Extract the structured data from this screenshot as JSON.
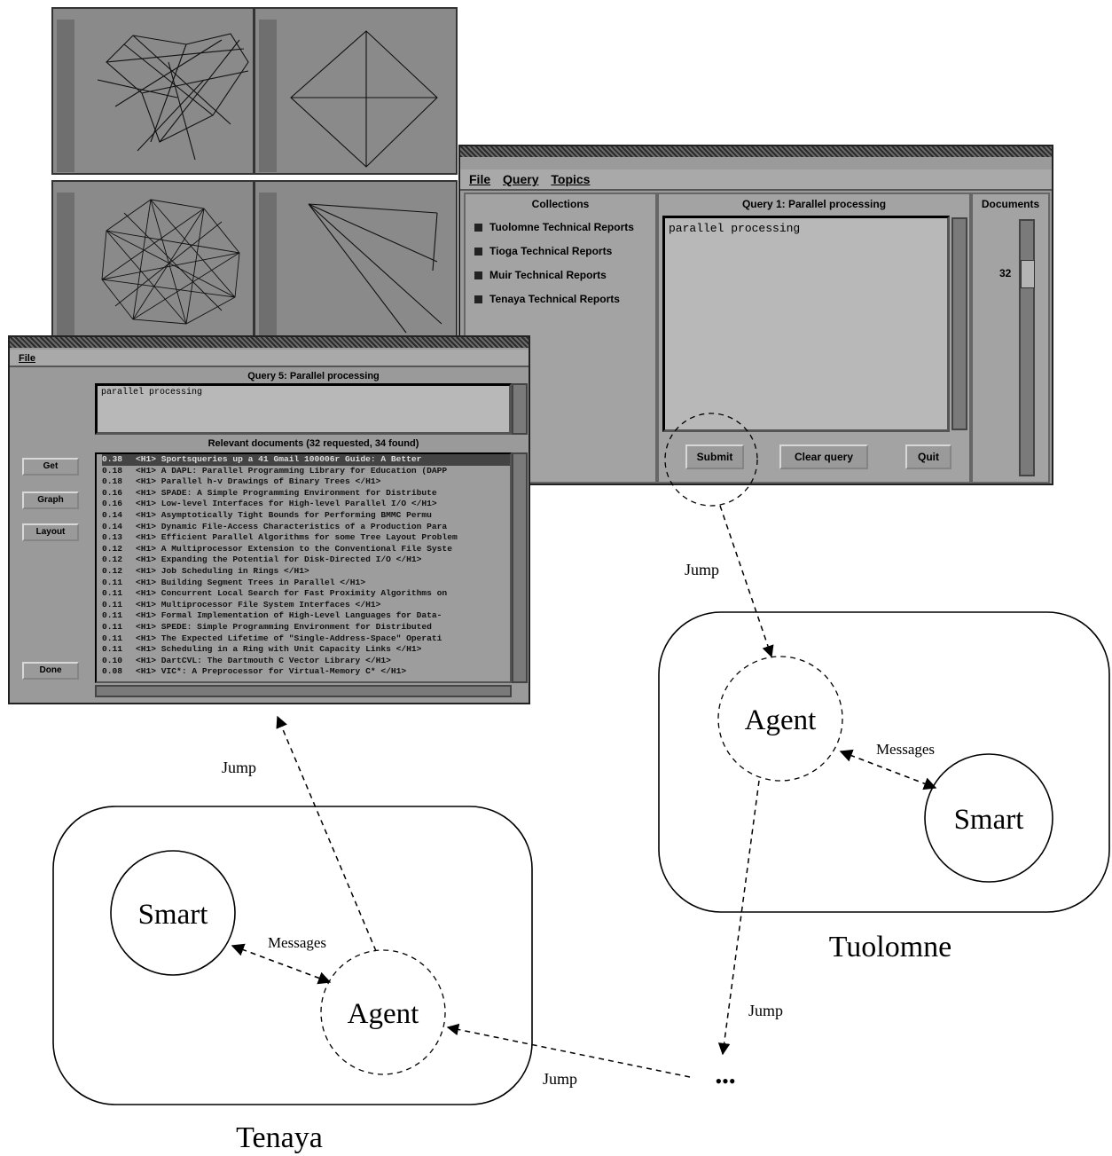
{
  "search_window": {
    "menu": {
      "file": "File",
      "query": "Query",
      "topics": "Topics"
    },
    "collections_header": "Collections",
    "collections": [
      "Tuolomne Technical Reports",
      "Tioga Technical Reports",
      "Muir Technical Reports",
      "Tenaya Technical Reports"
    ],
    "query_title": "Query 1: Parallel processing",
    "query_text": "parallel processing",
    "documents_header": "Documents",
    "documents_count": "32",
    "buttons": {
      "submit": "Submit",
      "clear": "Clear query",
      "quit": "Quit"
    }
  },
  "results_window": {
    "menu_file": "File",
    "query_title": "Query 5: Parallel processing",
    "query_text": "parallel processing",
    "relevant_header": "Relevant documents (32 requested, 34 found)",
    "side_buttons": {
      "get": "Get",
      "graph": "Graph",
      "layout": "Layout",
      "done": "Done"
    },
    "documents": [
      {
        "score": "0.38",
        "title": "<H1> Sportsqueries up a 41 Gmail 100006r Guide: A Better"
      },
      {
        "score": "0.18",
        "title": "<H1> A DAPL: Parallel Programming Library for Education (DAPP"
      },
      {
        "score": "0.18",
        "title": "<H1> Parallel h-v Drawings of Binary Trees </H1>"
      },
      {
        "score": "0.16",
        "title": "<H1> SPADE: A Simple Programming Environment for Distribute"
      },
      {
        "score": "0.16",
        "title": "<H1> Low-level Interfaces for High-level Parallel I/O </H1>"
      },
      {
        "score": "0.14",
        "title": "<H1> Asymptotically Tight Bounds for Performing BMMC Permu"
      },
      {
        "score": "0.14",
        "title": "<H1> Dynamic File-Access Characteristics of a Production Para"
      },
      {
        "score": "0.13",
        "title": "<H1> Efficient Parallel Algorithms for some Tree Layout Problem"
      },
      {
        "score": "0.12",
        "title": "<H1> A Multiprocessor Extension to the Conventional File Syste"
      },
      {
        "score": "0.12",
        "title": "<H1> Expanding the Potential for Disk-Directed I/O </H1>"
      },
      {
        "score": "0.12",
        "title": "<H1> Job Scheduling in Rings </H1>"
      },
      {
        "score": "0.11",
        "title": "<H1> Building Segment Trees in Parallel </H1>"
      },
      {
        "score": "0.11",
        "title": "<H1> Concurrent Local Search for Fast Proximity Algorithms on"
      },
      {
        "score": "0.11",
        "title": "<H1> Multiprocessor File System Interfaces </H1>"
      },
      {
        "score": "0.11",
        "title": "<H1> Formal Implementation of High-Level Languages for Data-"
      },
      {
        "score": "0.11",
        "title": "<H1> SPEDE: Simple Programming Environment for Distributed"
      },
      {
        "score": "0.11",
        "title": "<H1> The Expected Lifetime of \"Single-Address-Space\" Operati"
      },
      {
        "score": "0.11",
        "title": "<H1> Scheduling in a Ring with Unit Capacity Links </H1>"
      },
      {
        "score": "0.10",
        "title": "<H1> DartCVL: The Dartmouth C Vector Library </H1>"
      },
      {
        "score": "0.08",
        "title": "<H1> VIC*: A Preprocessor for Virtual-Memory C* </H1>"
      }
    ]
  },
  "diagram": {
    "tuolomne": {
      "agent": "Agent",
      "smart": "Smart",
      "messages": "Messages",
      "site": "Tuolomne"
    },
    "tenaya": {
      "agent": "Agent",
      "smart": "Smart",
      "messages": "Messages",
      "site": "Tenaya"
    },
    "jump_label": "Jump",
    "ellipsis": "•••"
  }
}
